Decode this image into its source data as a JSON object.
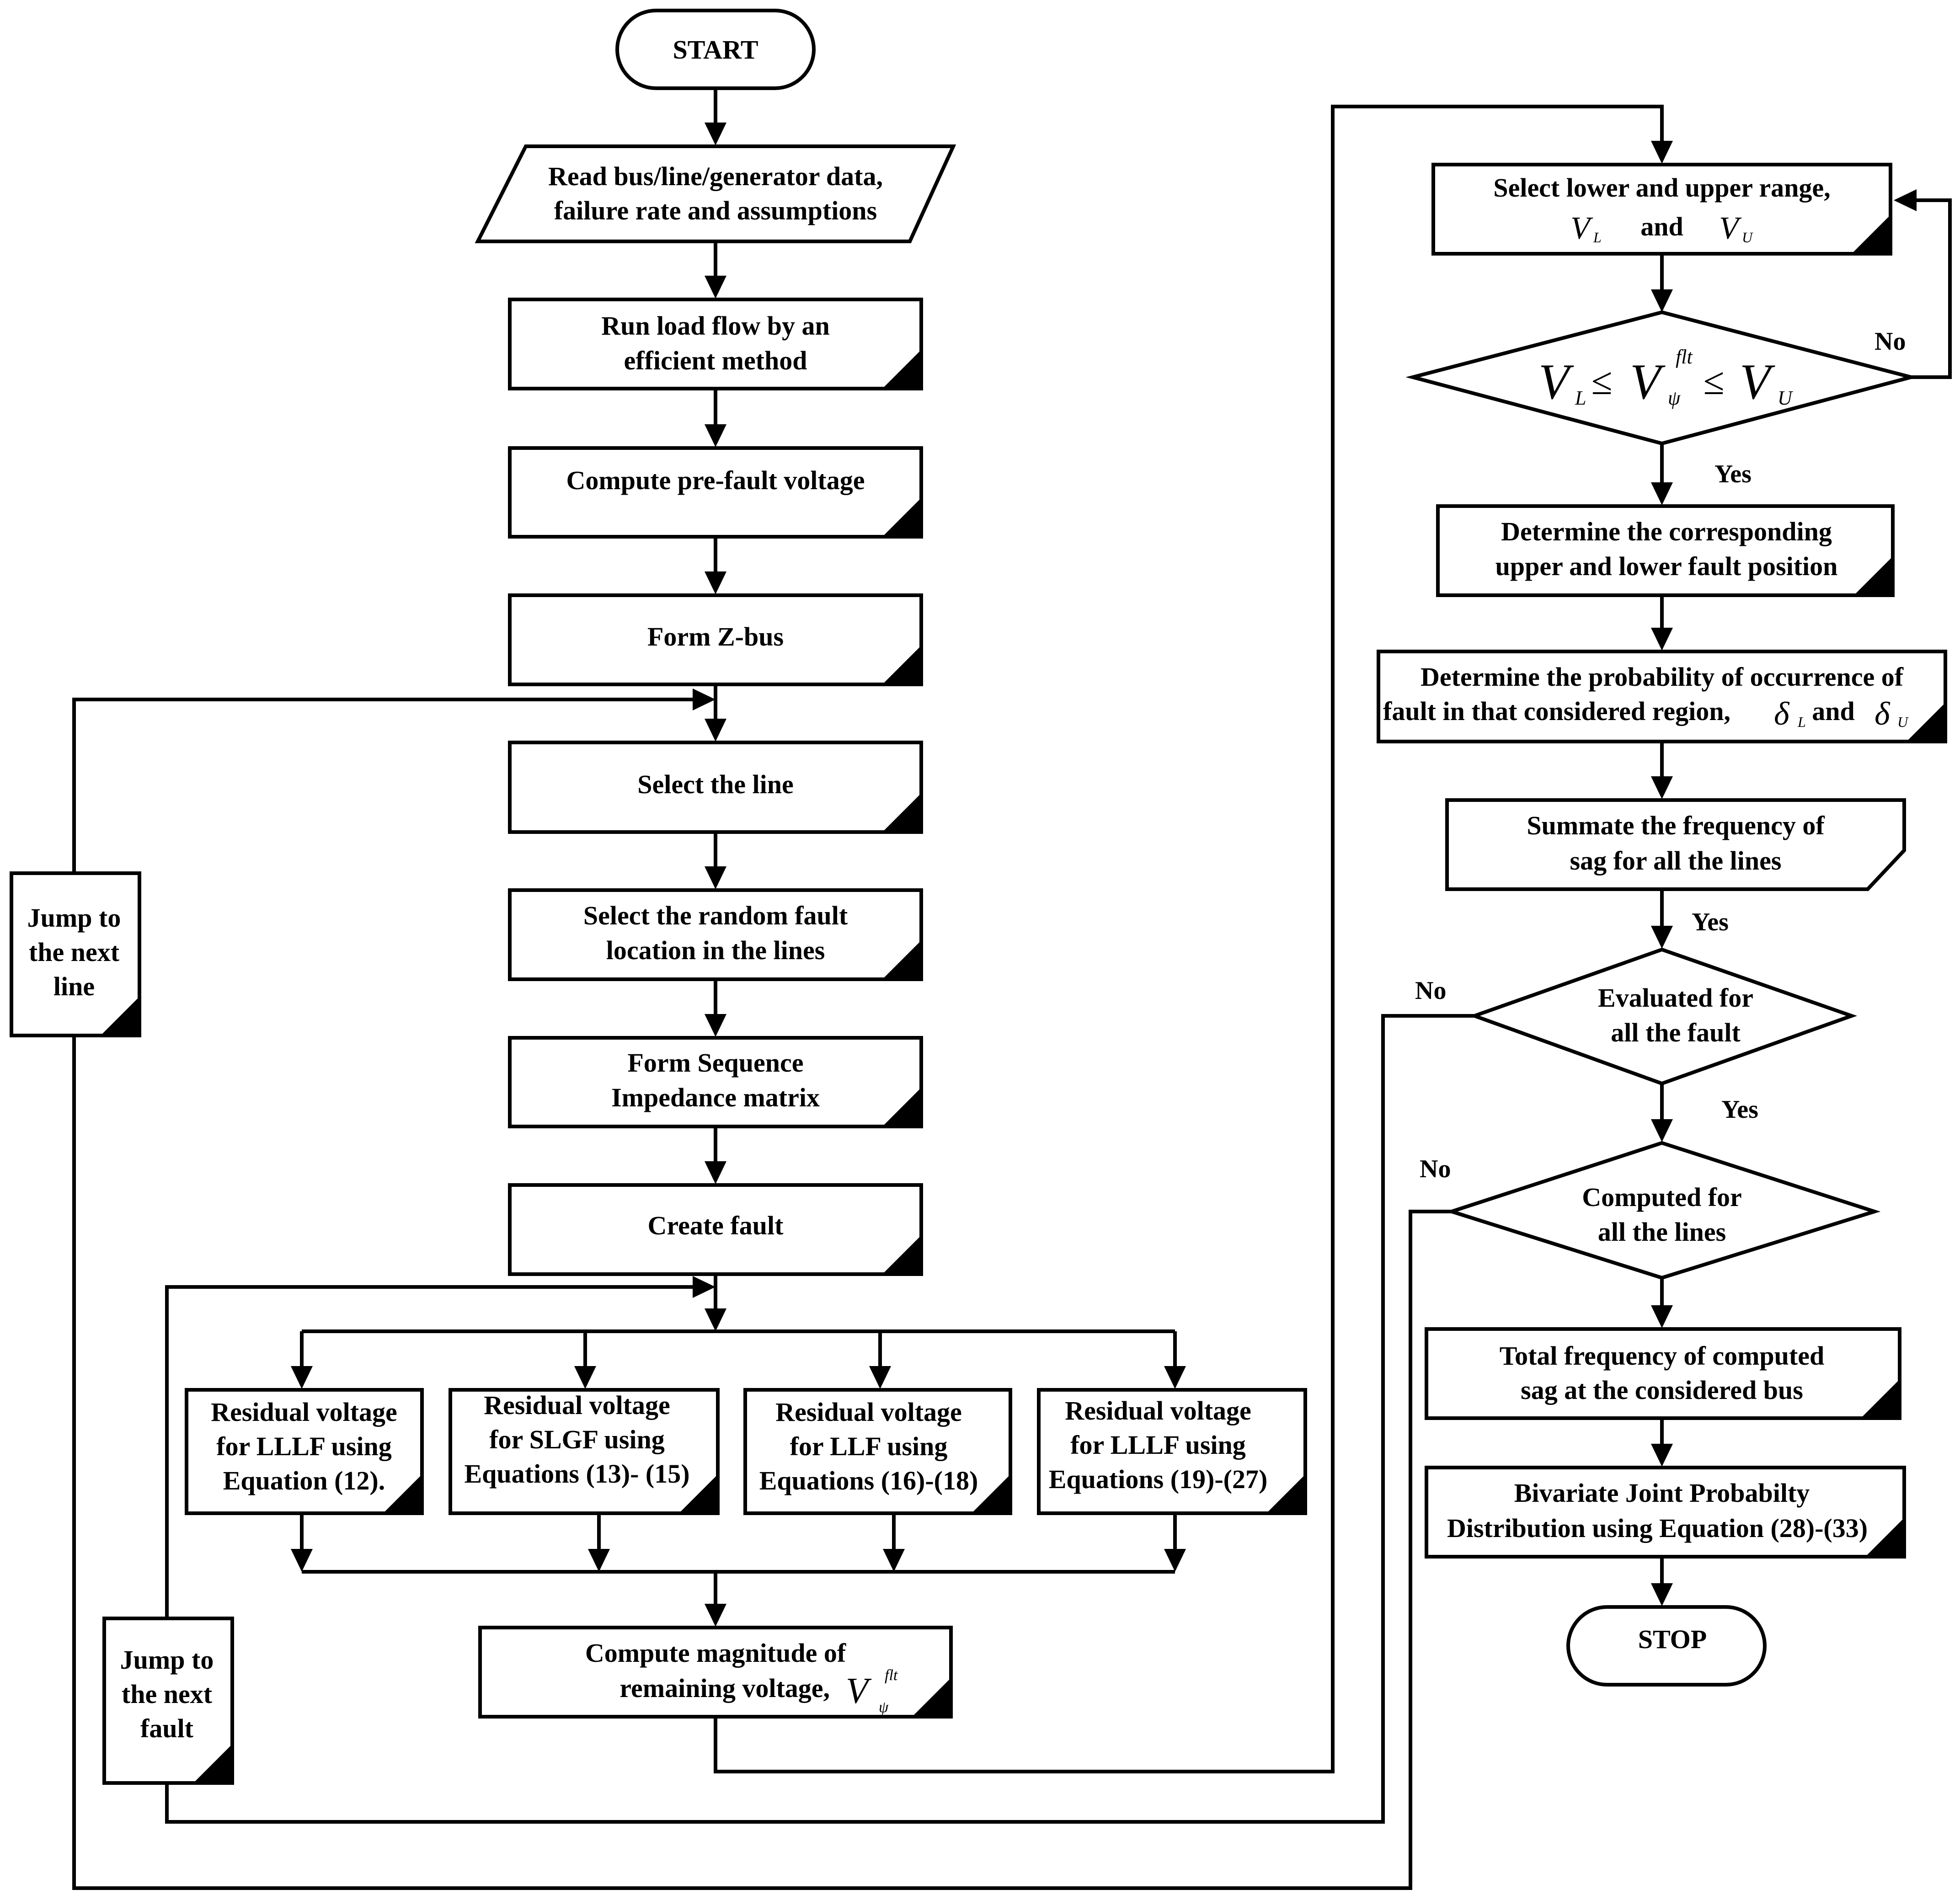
{
  "nodes": {
    "start": "START",
    "read_data": [
      "Read bus/line/generator data,",
      "failure rate and assumptions"
    ],
    "load_flow": [
      "Run load flow by an",
      "efficient method"
    ],
    "prefault": "Compute pre-fault voltage",
    "zbus": "Form Z-bus",
    "select_line": "Select the line",
    "random_fault": [
      "Select the random fault",
      "location in the lines"
    ],
    "sequence": [
      "Form Sequence",
      "Impedance matrix"
    ],
    "create_fault": "Create fault",
    "residual_1": [
      "Residual voltage",
      "for LLLF using",
      "Equation (12)."
    ],
    "residual_2": [
      "Residual voltage",
      "for SLGF using",
      "Equations (13)- (15)"
    ],
    "residual_3": [
      "Residual voltage",
      "for LLF using",
      "Equations (16)-(18)"
    ],
    "residual_4": [
      "Residual voltage",
      "for LLLF using",
      "Equations (19)-(27)"
    ],
    "compute_magnitude": [
      "Compute magnitude of",
      "remaining voltage,"
    ],
    "jump_line": [
      "Jump to",
      "the next",
      "line"
    ],
    "jump_fault": [
      "Jump to",
      "the next",
      "fault"
    ],
    "select_range": [
      "Select lower and upper range,",
      "and"
    ],
    "determine_position": [
      "Determine the corresponding",
      "upper and lower fault position"
    ],
    "determine_probability": [
      "Determine the probability of occurrence of",
      "fault in that considered region,",
      "and"
    ],
    "summate": [
      "Summate the frequency of",
      "sag for all the lines"
    ],
    "evaluated": [
      "Evaluated for",
      "all the fault"
    ],
    "computed": [
      "Computed for",
      "all the lines"
    ],
    "total_frequency": [
      "Total frequency of computed",
      "sag at the considered bus"
    ],
    "bivariate": [
      "Bivariate Joint Probabilty",
      "Distribution using Equation (28)-(33)"
    ],
    "stop": "STOP"
  },
  "math": {
    "v": "V",
    "flt": "flt",
    "psi": "ψ",
    "sub_L": "L",
    "sub_U": "U",
    "leq": "≤",
    "delta": "δ"
  },
  "labels": {
    "no_range": "No",
    "yes_range": "Yes",
    "yes_summate": "Yes",
    "no_evaluated": "No",
    "yes_evaluated": "Yes",
    "no_computed": "No"
  }
}
